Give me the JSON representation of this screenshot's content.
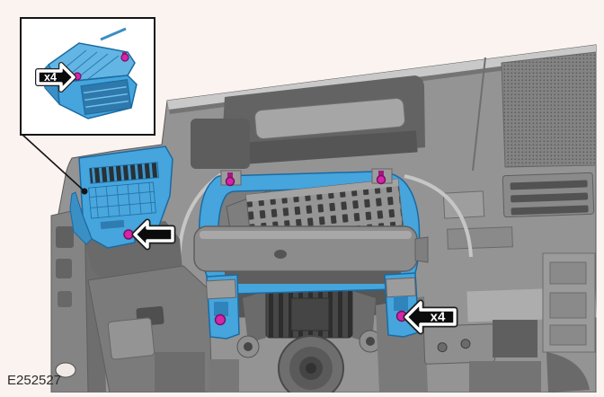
{
  "figure": {
    "code": "E252527"
  },
  "callouts": {
    "inset_quantity": "x4",
    "frame_quantity": "x4"
  },
  "icons": {
    "inset_arrow": "arrow-right-icon",
    "vent_fastener_arrow": "arrow-left-icon",
    "frame_fastener_arrow": "arrow-left-icon",
    "leader": "leader-line-dot"
  },
  "colors": {
    "background": "#fbf3f0",
    "highlight_blue": "#45a5dc",
    "highlight_blue_light": "#63b5e4",
    "highlight_blue_dark": "#1b6aa2",
    "fastener_magenta": "#d326a8",
    "panel_gray": "#949494",
    "panel_gray_light": "#c9c9c9",
    "panel_gray_dark": "#5e5e5e",
    "arrow_black": "#0b0b0b",
    "arrow_outline": "#ffffff",
    "line_black": "#151515"
  }
}
